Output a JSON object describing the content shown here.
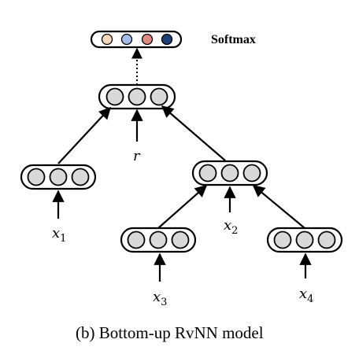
{
  "softmax": {
    "label": "Softmax",
    "unit_colors": [
      "#f8d8b8",
      "#a4bde8",
      "#e08a84",
      "#1f3f78"
    ]
  },
  "root": {
    "input_label": "r"
  },
  "leaf_left": {
    "input_label": "x",
    "subscript": "1"
  },
  "mid_node": {
    "input_label": "x",
    "subscript": "2"
  },
  "leaf_x3": {
    "input_label": "x",
    "subscript": "3"
  },
  "leaf_x4": {
    "input_label": "x",
    "subscript": "4"
  },
  "caption": "(b)  Bottom-up RvNN model",
  "colors": {
    "unit_fill": "#d9d9d9",
    "stroke": "#000000"
  }
}
